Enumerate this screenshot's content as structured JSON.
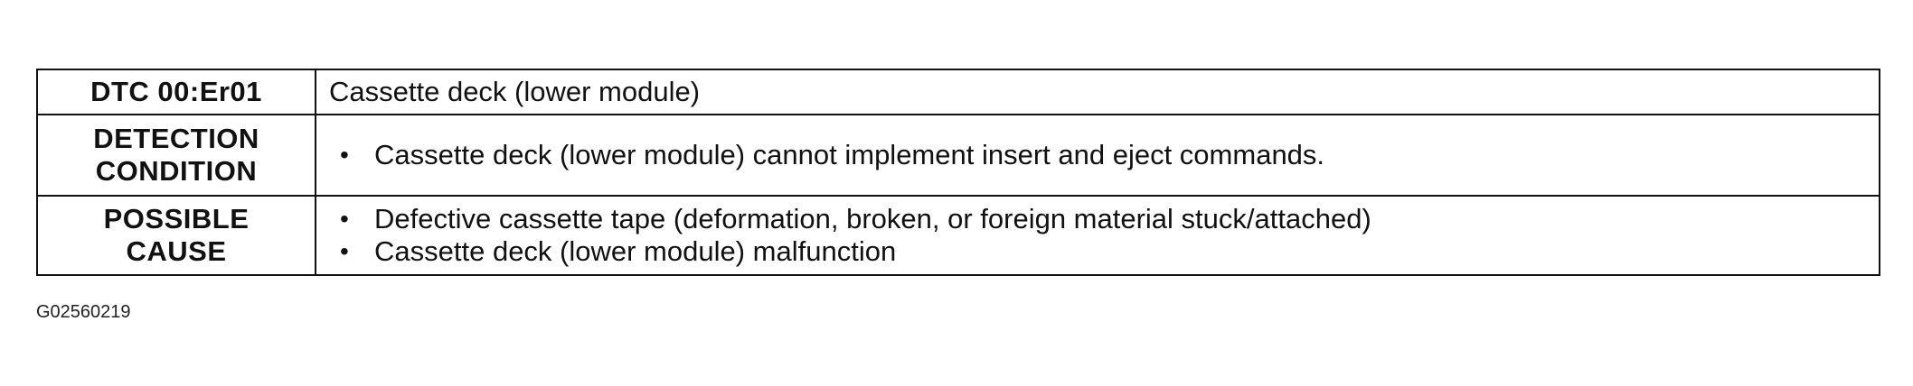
{
  "table": {
    "dtc": {
      "label": "DTC 00:Er01",
      "value": "Cassette deck (lower module)"
    },
    "detection_condition": {
      "label_lines": [
        "DETECTION",
        "CONDITION"
      ],
      "items": [
        "Cassette deck (lower module) cannot implement insert and eject commands."
      ]
    },
    "possible_cause": {
      "label_lines": [
        "POSSIBLE",
        "CAUSE"
      ],
      "items": [
        "Defective cassette tape (deformation, broken, or foreign material stuck/attached)",
        "Cassette deck (lower module) malfunction"
      ]
    },
    "bullet_glyph": "•"
  },
  "figure_id": "G02560219",
  "colors": {
    "border": "#111111",
    "text": "#111111",
    "background": "#ffffff"
  }
}
